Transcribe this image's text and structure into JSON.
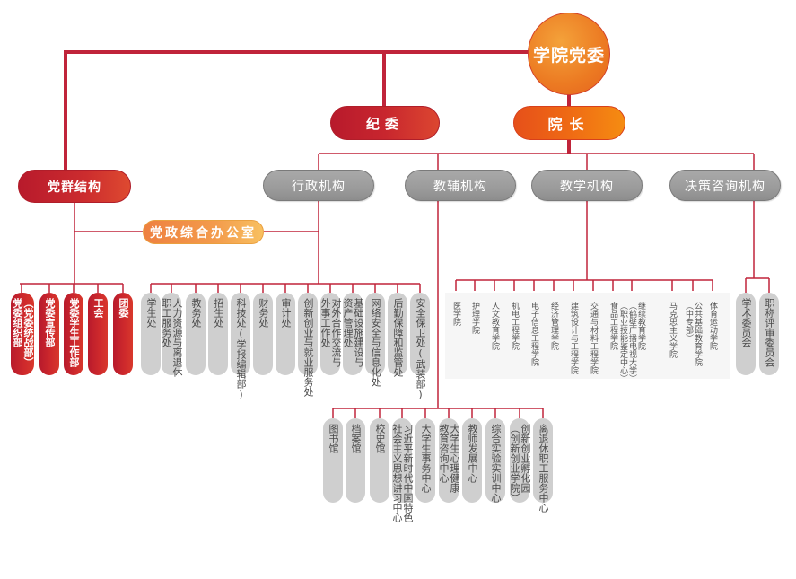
{
  "colors": {
    "line": "#c0243a",
    "root": "#ec7a22",
    "discipline": "#c8262e",
    "president": "#ef6a14",
    "party": "#c8262e",
    "office": "#f39b4c",
    "gray_pill": "#9b9b9b",
    "gray_column": "#cfcfcf"
  },
  "root": {
    "label": "学院党委"
  },
  "discipline": {
    "label": "纪委"
  },
  "president": {
    "label": "院长"
  },
  "party": {
    "label": "党群结构",
    "office": "党政综合办公室",
    "units": [
      {
        "label": "党委组织部",
        "sub": "（党委统战部）"
      },
      {
        "label": "党委宣传部"
      },
      {
        "label": "党委学生工作部"
      },
      {
        "label": "工会"
      },
      {
        "label": "团委"
      }
    ]
  },
  "categories": [
    {
      "label": "行政机构"
    },
    {
      "label": "教辅机构"
    },
    {
      "label": "教学机构"
    },
    {
      "label": "决策咨询机构"
    }
  ],
  "admin_units": [
    {
      "label": "学生处"
    },
    {
      "label": "人力资源与离退休",
      "sub": "职工服务处"
    },
    {
      "label": "教务处"
    },
    {
      "label": "招生处"
    },
    {
      "label": "科技处(学报编辑部)"
    },
    {
      "label": "财务处"
    },
    {
      "label": "审计处"
    },
    {
      "label": "创新创业与就业服务处"
    },
    {
      "label": "对外合作交流与",
      "sub": "外事工作处"
    },
    {
      "label": "基础设施建设与",
      "sub": "资产管理处"
    },
    {
      "label": "网络安全与信息化处"
    },
    {
      "label": "后勤保障和监管处"
    },
    {
      "label": "安全保卫处(武装部)"
    }
  ],
  "teaching_units": [
    {
      "label": "医学院"
    },
    {
      "label": "护理学院"
    },
    {
      "label": "人文教育学院"
    },
    {
      "label": "机电工程学院"
    },
    {
      "label": "电子信息工程学院"
    },
    {
      "label": "经济管理学院"
    },
    {
      "label": "建筑设计与工程学院"
    },
    {
      "label": "交通与材料工程学院"
    },
    {
      "label": "食品工程学院"
    },
    {
      "label": "继续教育学院",
      "sub": "（鹤壁广播电视大学）",
      "sub2": "（职业技能鉴定中心）"
    },
    {
      "label": "马克思主义学院"
    },
    {
      "label": "公共基础教育学院",
      "sub": "（中专部）"
    },
    {
      "label": "体育运动学院"
    }
  ],
  "advisory_units": [
    {
      "label": "学术委员会"
    },
    {
      "label": "职称评审委员会"
    }
  ],
  "support_units": [
    {
      "label": "图书馆"
    },
    {
      "label": "档案馆"
    },
    {
      "label": "校史馆"
    },
    {
      "label": "习近平新时代中国特色",
      "sub": "社会主义思想讲习中心"
    },
    {
      "label": "大学生事务中心"
    },
    {
      "label": "大学生心理健康",
      "sub": "教育咨询中心"
    },
    {
      "label": "教师发展中心"
    },
    {
      "label": "综合实验实训中心"
    },
    {
      "label": "创新创业孵化园",
      "sub": "（创新创业学院）"
    },
    {
      "label": "离退休职工服务中心"
    }
  ]
}
